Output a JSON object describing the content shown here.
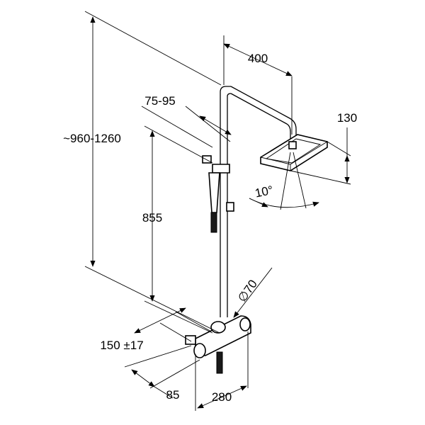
{
  "dimensions": {
    "overall_height": "~960-1260",
    "head_projection": "400",
    "head_height": "130",
    "tilt_angle": "10°",
    "hand_shower_holder": "75-95",
    "rail_height": "855",
    "pipe_diameter": "∅70",
    "centre_distance": "150 ±17",
    "wall_offset": "85",
    "mixer_width": "280"
  }
}
